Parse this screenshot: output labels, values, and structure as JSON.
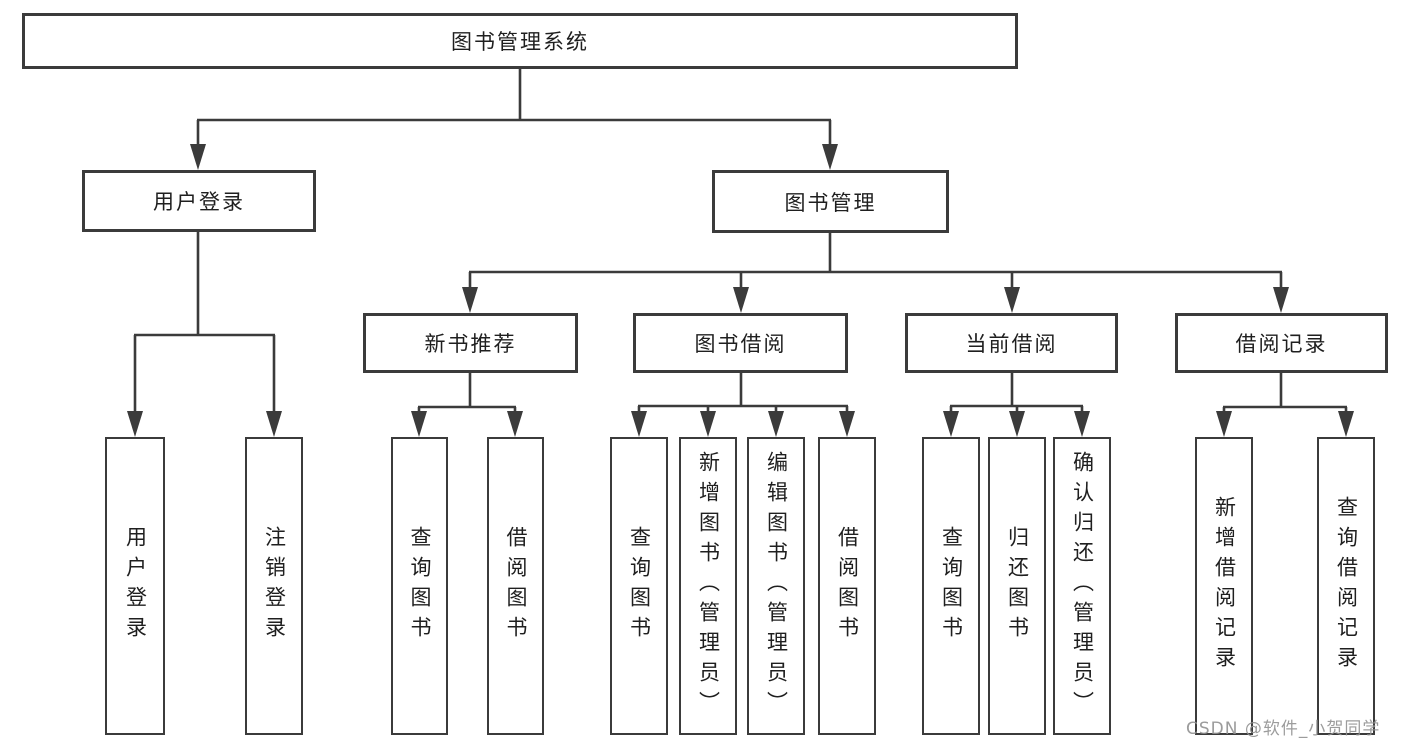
{
  "tree": {
    "root": "图书管理系统",
    "login": {
      "label": "用户登录",
      "children": [
        "用户登录",
        "注销登录"
      ]
    },
    "mgmt": {
      "label": "图书管理",
      "groups": [
        {
          "label": "新书推荐",
          "children": [
            "查询图书",
            "借阅图书"
          ]
        },
        {
          "label": "图书借阅",
          "children": [
            "查询图书",
            "新增图书（管理员）",
            "编辑图书（管理员）",
            "借阅图书"
          ]
        },
        {
          "label": "当前借阅",
          "children": [
            "查询图书",
            "归还图书",
            "确认归还（管理员）"
          ]
        },
        {
          "label": "借阅记录",
          "children": [
            "新增借阅记录",
            "查询借阅记录"
          ]
        }
      ]
    }
  },
  "watermark": "CSDN @软件_小贺同学",
  "colors": {
    "line": "#3b3b3b",
    "text": "#1f1f1f",
    "background": "#ffffff",
    "watermark_text": "#919191"
  }
}
